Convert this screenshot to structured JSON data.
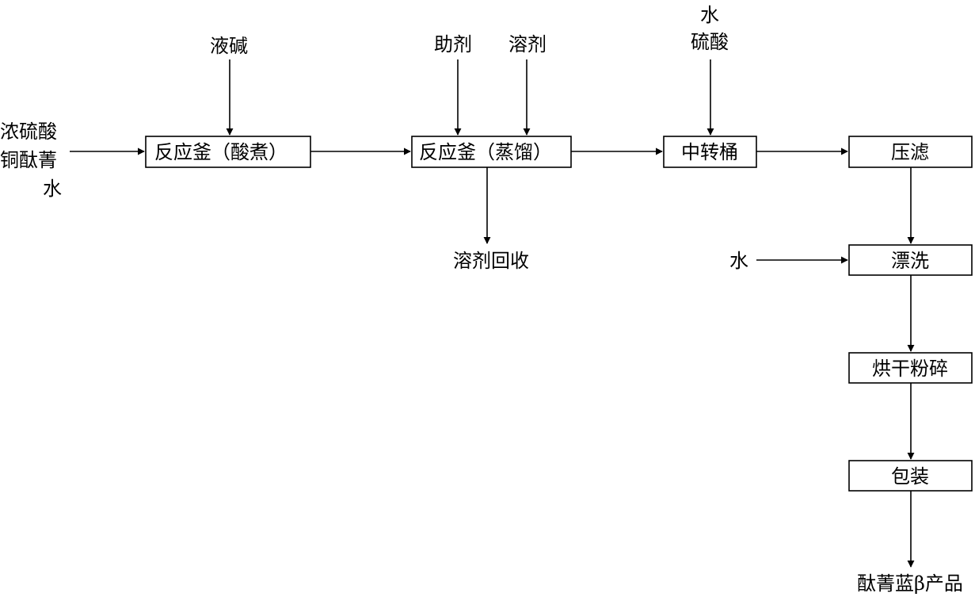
{
  "inputs": {
    "raw_line1": "浓硫酸",
    "raw_line2": "铜酞菁",
    "raw_line3": "水",
    "alkali": "液碱",
    "auxiliary": "助剂",
    "solvent": "溶剂",
    "water_top": "水",
    "sulfuric_acid": "硫酸",
    "water_wash": "水"
  },
  "steps": {
    "reactor_acid": "反应釜（酸煮）",
    "reactor_distill": "反应釜（蒸馏）",
    "transfer_tank": "中转桶",
    "press_filter": "压滤",
    "rinse": "漂洗",
    "dry_crush": "烘干粉碎",
    "package": "包装"
  },
  "outputs": {
    "solvent_recovery": "溶剂回收",
    "product": "酞菁蓝β产品"
  }
}
